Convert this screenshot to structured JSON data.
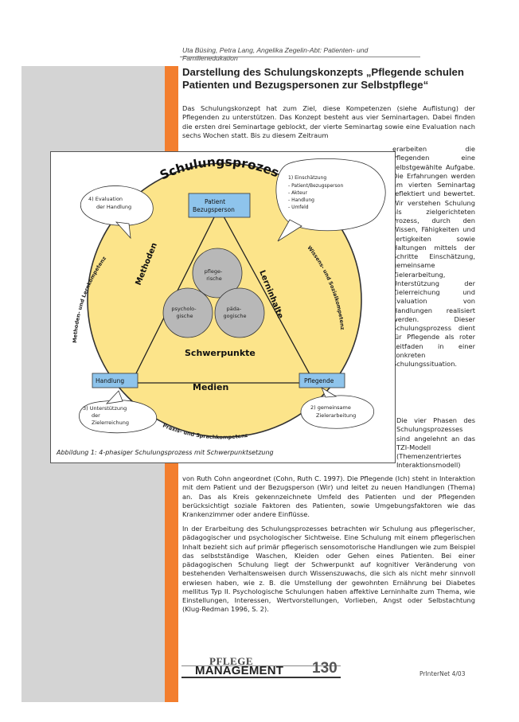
{
  "running_head": "Uta Büsing, Petra Lang, Angelika Zegelin-Abt: Patienten- und Familienedukation",
  "title": "Darstellung des Schulungskonzepts „Pflegende schulen Patienten und Bezugspersonen zur Selbstpflege“",
  "paragraphs": {
    "p1": "Das Schulungskonzept hat zum Ziel, diese Kompetenzen (siehe Auflistung) der Pflegenden zu unterstützen. Das Konzept besteht aus vier Seminartagen. Dabei finden die ersten drei Seminartage geblockt, der vierte Seminartag sowie eine Evaluation nach sechs Wochen statt. Bis zu diesem Zeitraum",
    "p1b": "erarbeiten die Pflegenden eine selbstgewählte Aufgabe. Die Erfahrungen werden am vierten Seminartag reflektiert und bewertet. Wir verstehen Schulung als zielgerichteten Prozess, durch den Wissen, Fähigkeiten und Fertigkeiten sowie Haltungen mittels der Schritte Einschätzung, gemeinsame Zielerarbeitung, Unterstützung der Zielerreichung und Evaluation von Handlungen realisiert werden. Dieser Schulungsprozess dient für Pflegende als roter Leitfaden in einer konkreten Schulungssituation.",
    "p2": "Die vier Phasen des Schulungsprozesses sind angelehnt an das TZI-Modell (Themenzentriertes Interaktionsmodell)",
    "p3": "von Ruth Cohn angeordnet (Cohn, Ruth C. 1997). Die Pflegende (Ich) steht in Interaktion mit dem Patient und der Bezugsperson (Wir) und leitet zu neuen Handlungen (Thema) an. Das als Kreis gekennzeichnete Umfeld des Patienten und der Pflegenden berücksichtigt soziale Faktoren des Patienten, sowie Umgebungsfaktoren wie das Krankenzimmer oder andere Einflüsse.",
    "p4": "In der Erarbeitung des Schulungsprozesses betrachten wir Schulung aus pflegerischer, pädagogischer und psychologischer Sichtweise. Eine Schulung mit einem pflegerischen Inhalt bezieht sich auf primär pflegerisch sensomotorische Handlungen wie zum Beispiel das selbstständige Waschen, Kleiden oder Gehen eines Patienten. Bei einer pädagogischen Schulung liegt der Schwerpunkt auf kognitiver Veränderung von bestehenden Verhaltensweisen durch Wissenszuwachs, die sich als nicht mehr sinnvoll erwiesen haben, wie z. B. die Umstellung der gewohnten Ernährung bei Diabetes mellitus Typ II. Psychologische Schulungen haben affektive Lerninhalte zum Thema, wie Einstellungen, Interessen, Wertvorstellungen, Vorlieben, Angst oder Selbstachtung (Klug-Redman 1996, S. 2)."
  },
  "figure": {
    "title": "Schulungsprozess",
    "caption": "Abbildung 1: 4-phasiger Schulungsprozess mit Schwerpunktsetzung",
    "bubble_eval": [
      "4) Evaluation",
      "der Handlung"
    ],
    "bubble_einschaetzung": [
      "1)     Einschätzung",
      "- Patient/Bezugsperson",
      "- Akteur",
      "- Handlung",
      "- Umfeld"
    ],
    "box_patient": [
      "Patient",
      "Bezugsperson"
    ],
    "box_handlung": "Handlung",
    "box_pflegende": "Pflegende",
    "bubble_unterstuetzung": [
      "3) Unterstützung",
      "der",
      "Zielerreichung"
    ],
    "bubble_ziel": [
      "2) gemeinsame",
      "Zielerarbeitung"
    ],
    "circle_pflege": [
      "pflege-",
      "rische"
    ],
    "circle_psycho": [
      "psycholo-",
      "gische"
    ],
    "circle_paed": [
      "päda-",
      "gogische"
    ],
    "label_methoden": "Methoden",
    "label_lerninhalte": "Lerninhalte",
    "label_schwerpunkte": "Schwerpunkte",
    "label_medien": "Medien",
    "arc_left": "Methoden- und Lernkompetenz",
    "arc_right": "Wissens- und Sozialkompetenz",
    "arc_bottom": "Praxis- und Sprachkompetenz"
  },
  "footer": {
    "logo_top": "PFLEGE",
    "logo_bottom": "MANAGEMENT",
    "page_number": "130",
    "journal": "PrInterNet 4/03"
  },
  "colors": {
    "accent_orange": "#f37e2e",
    "side_gray": "#d4d4d4",
    "circle_yellow": "#fce48a",
    "box_blue": "#8ec4ec",
    "inner_gray": "#b8b8b8"
  }
}
